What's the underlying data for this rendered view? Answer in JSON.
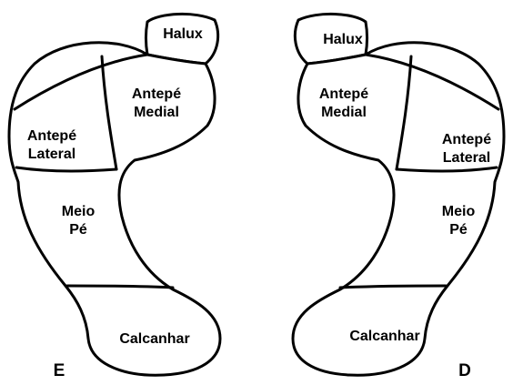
{
  "left_foot": {
    "side_label": "E",
    "regions": {
      "halux": "Halux",
      "antepe_medial": [
        "Antepé",
        "Medial"
      ],
      "antepe_lateral": [
        "Antepé",
        "Lateral"
      ],
      "meio_pe": [
        "Meio",
        "Pé"
      ],
      "calcanhar": "Calcanhar"
    }
  },
  "right_foot": {
    "side_label": "D",
    "regions": {
      "halux": "Halux",
      "antepe_medial": [
        "Antepé",
        "Medial"
      ],
      "antepe_lateral": [
        "Antepé",
        "Lateral"
      ],
      "meio_pe": [
        "Meio",
        "Pé"
      ],
      "calcanhar": "Calcanhar"
    }
  }
}
